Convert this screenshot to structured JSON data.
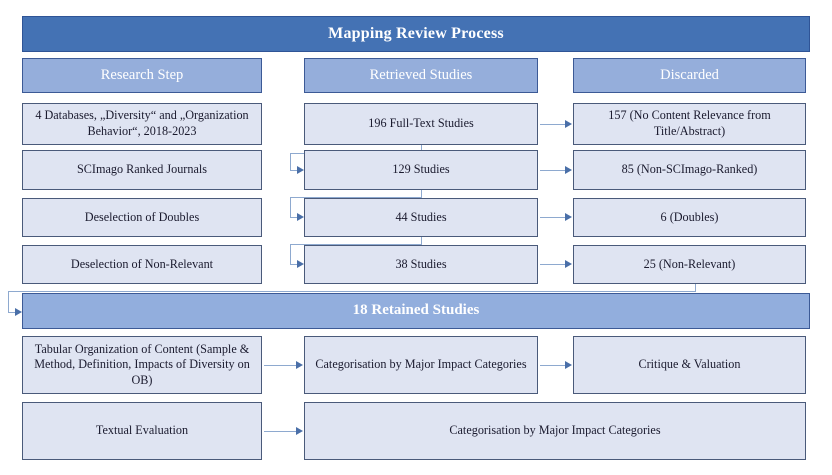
{
  "title": {
    "text": "Mapping Review Process"
  },
  "columns": [
    {
      "id": "research-step",
      "label": "Research Step"
    },
    {
      "id": "retrieved-studies",
      "label": "Retrieved Studies"
    },
    {
      "id": "discarded",
      "label": "Discarded"
    }
  ],
  "rows": [
    {
      "step": "4 Databases, „Diversity“ and „Organization Behavior“, 2018-2023",
      "retrieved": "196 Full-Text Studies",
      "discarded": "157 (No Content Relevance from Title/Abstract)"
    },
    {
      "step": "SCImago Ranked Journals",
      "retrieved": "129 Studies",
      "discarded": "85 (Non-SCImago-Ranked)"
    },
    {
      "step": "Deselection of Doubles",
      "retrieved": "44 Studies",
      "discarded": "6 (Doubles)"
    },
    {
      "step": "Deselection of Non-Relevant",
      "retrieved": "38 Studies",
      "discarded": "25 (Non-Relevant)"
    }
  ],
  "retained": {
    "text": "18 Retained Studies"
  },
  "analysis_rows": [
    {
      "left": "Tabular Organization of Content (Sample & Method,  Definition, Impacts of Diversity on OB)",
      "middle": "Categorisation by Major Impact Categories",
      "right": "Critique & Valuation"
    },
    {
      "left": "Textual Evaluation",
      "wide": "Categorisation by Major Impact Categories"
    }
  ],
  "colors": {
    "title_bar": "#4472b4",
    "column_header": "#95aedb",
    "cell": "#dfe4f2",
    "connector": "#8ea9cf",
    "arrow": "#4a6fa8"
  }
}
